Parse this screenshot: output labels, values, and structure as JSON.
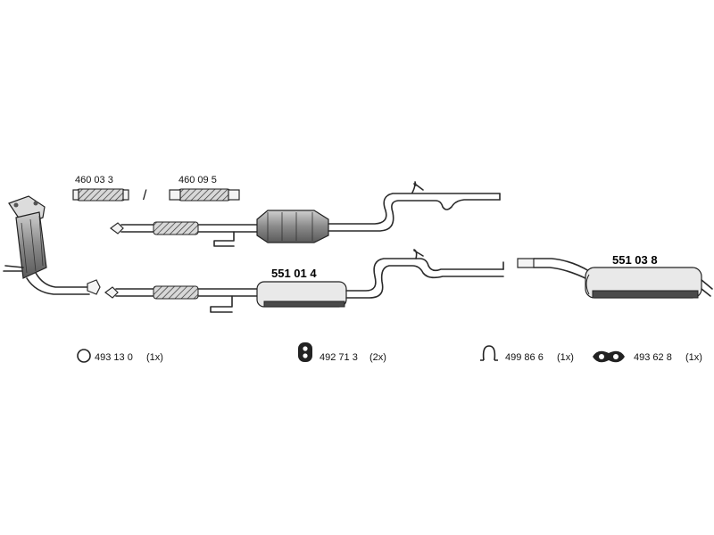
{
  "alt_separator": "/",
  "flex_pipes": [
    {
      "part_no": "460 03 3"
    },
    {
      "part_no": "460 09 5"
    }
  ],
  "main_parts": {
    "middle_silencer": "551 01 4",
    "rear_silencer": "551 03 8"
  },
  "mounting_parts": [
    {
      "part_no": "493 13 0",
      "qty": "(1x)",
      "icon": "ring-icon"
    },
    {
      "part_no": "492 71 3",
      "qty": "(2x)",
      "icon": "rubber-hanger-icon"
    },
    {
      "part_no": "499 86 6",
      "qty": "(1x)",
      "icon": "clamp-icon"
    },
    {
      "part_no": "493 62 8",
      "qty": "(1x)",
      "icon": "double-hanger-icon"
    }
  ]
}
